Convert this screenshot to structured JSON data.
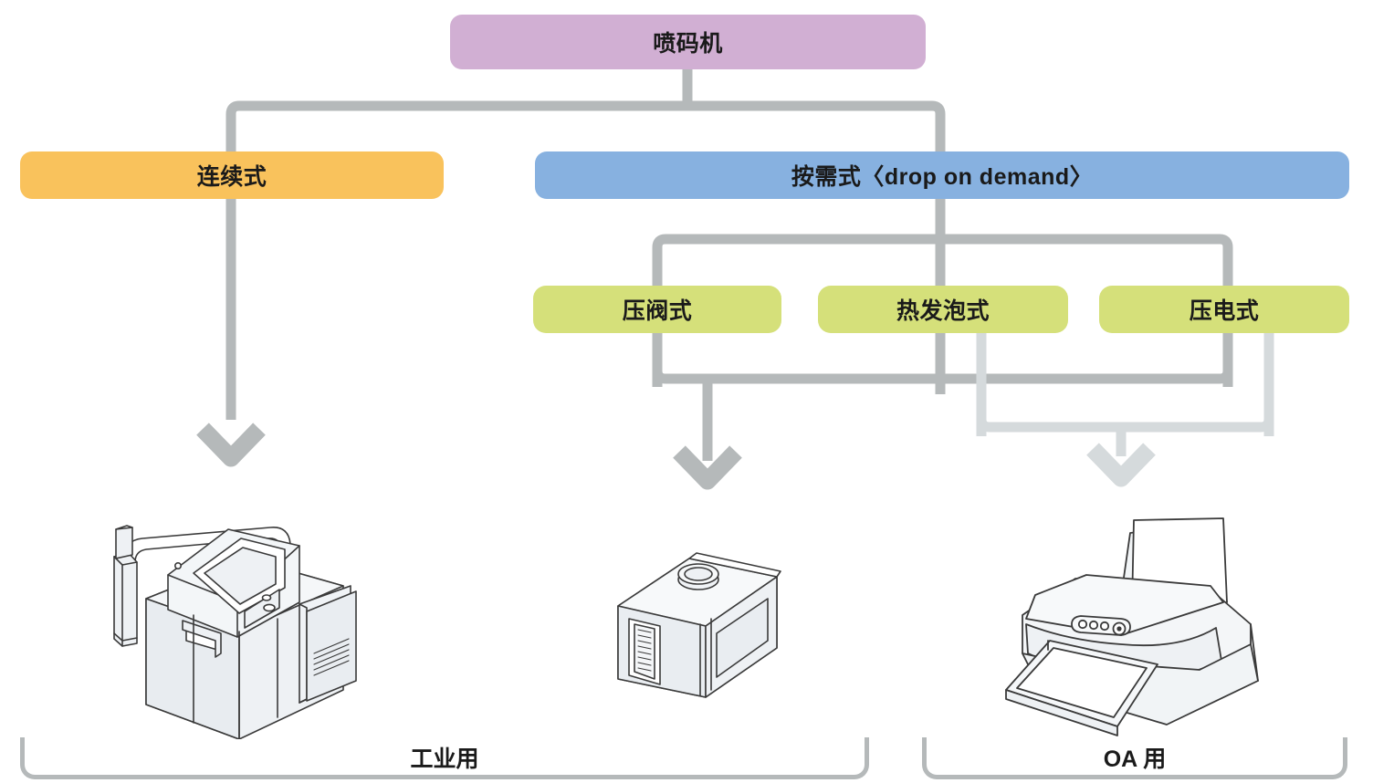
{
  "diagram": {
    "title_node": {
      "label": "喷码机",
      "color": "#D1AFD3"
    },
    "branches": [
      {
        "label": "连续式",
        "color": "#F9C25C"
      },
      {
        "label": "按需式〈drop on demand〉",
        "color": "#87B1E0"
      }
    ],
    "leaves": [
      {
        "label": "压阀式",
        "color": "#D5E07A"
      },
      {
        "label": "热发泡式",
        "color": "#D5E07A"
      },
      {
        "label": "压电式",
        "color": "#D5E07A"
      }
    ],
    "brackets": [
      {
        "label": "工业用"
      },
      {
        "label": "OA 用"
      }
    ],
    "illustrations": [
      {
        "name": "continuous-inkjet-printer"
      },
      {
        "name": "valve-jet-printhead"
      },
      {
        "name": "desktop-oa-inkjet-printer"
      }
    ],
    "colors": {
      "connector_dark": "#b5b9ba",
      "connector_light": "#d5dadc",
      "line_art_stroke": "#3a3a3a",
      "line_art_fill": "#eef1f4",
      "background": "#ffffff",
      "text": "#1a1a1a"
    }
  }
}
